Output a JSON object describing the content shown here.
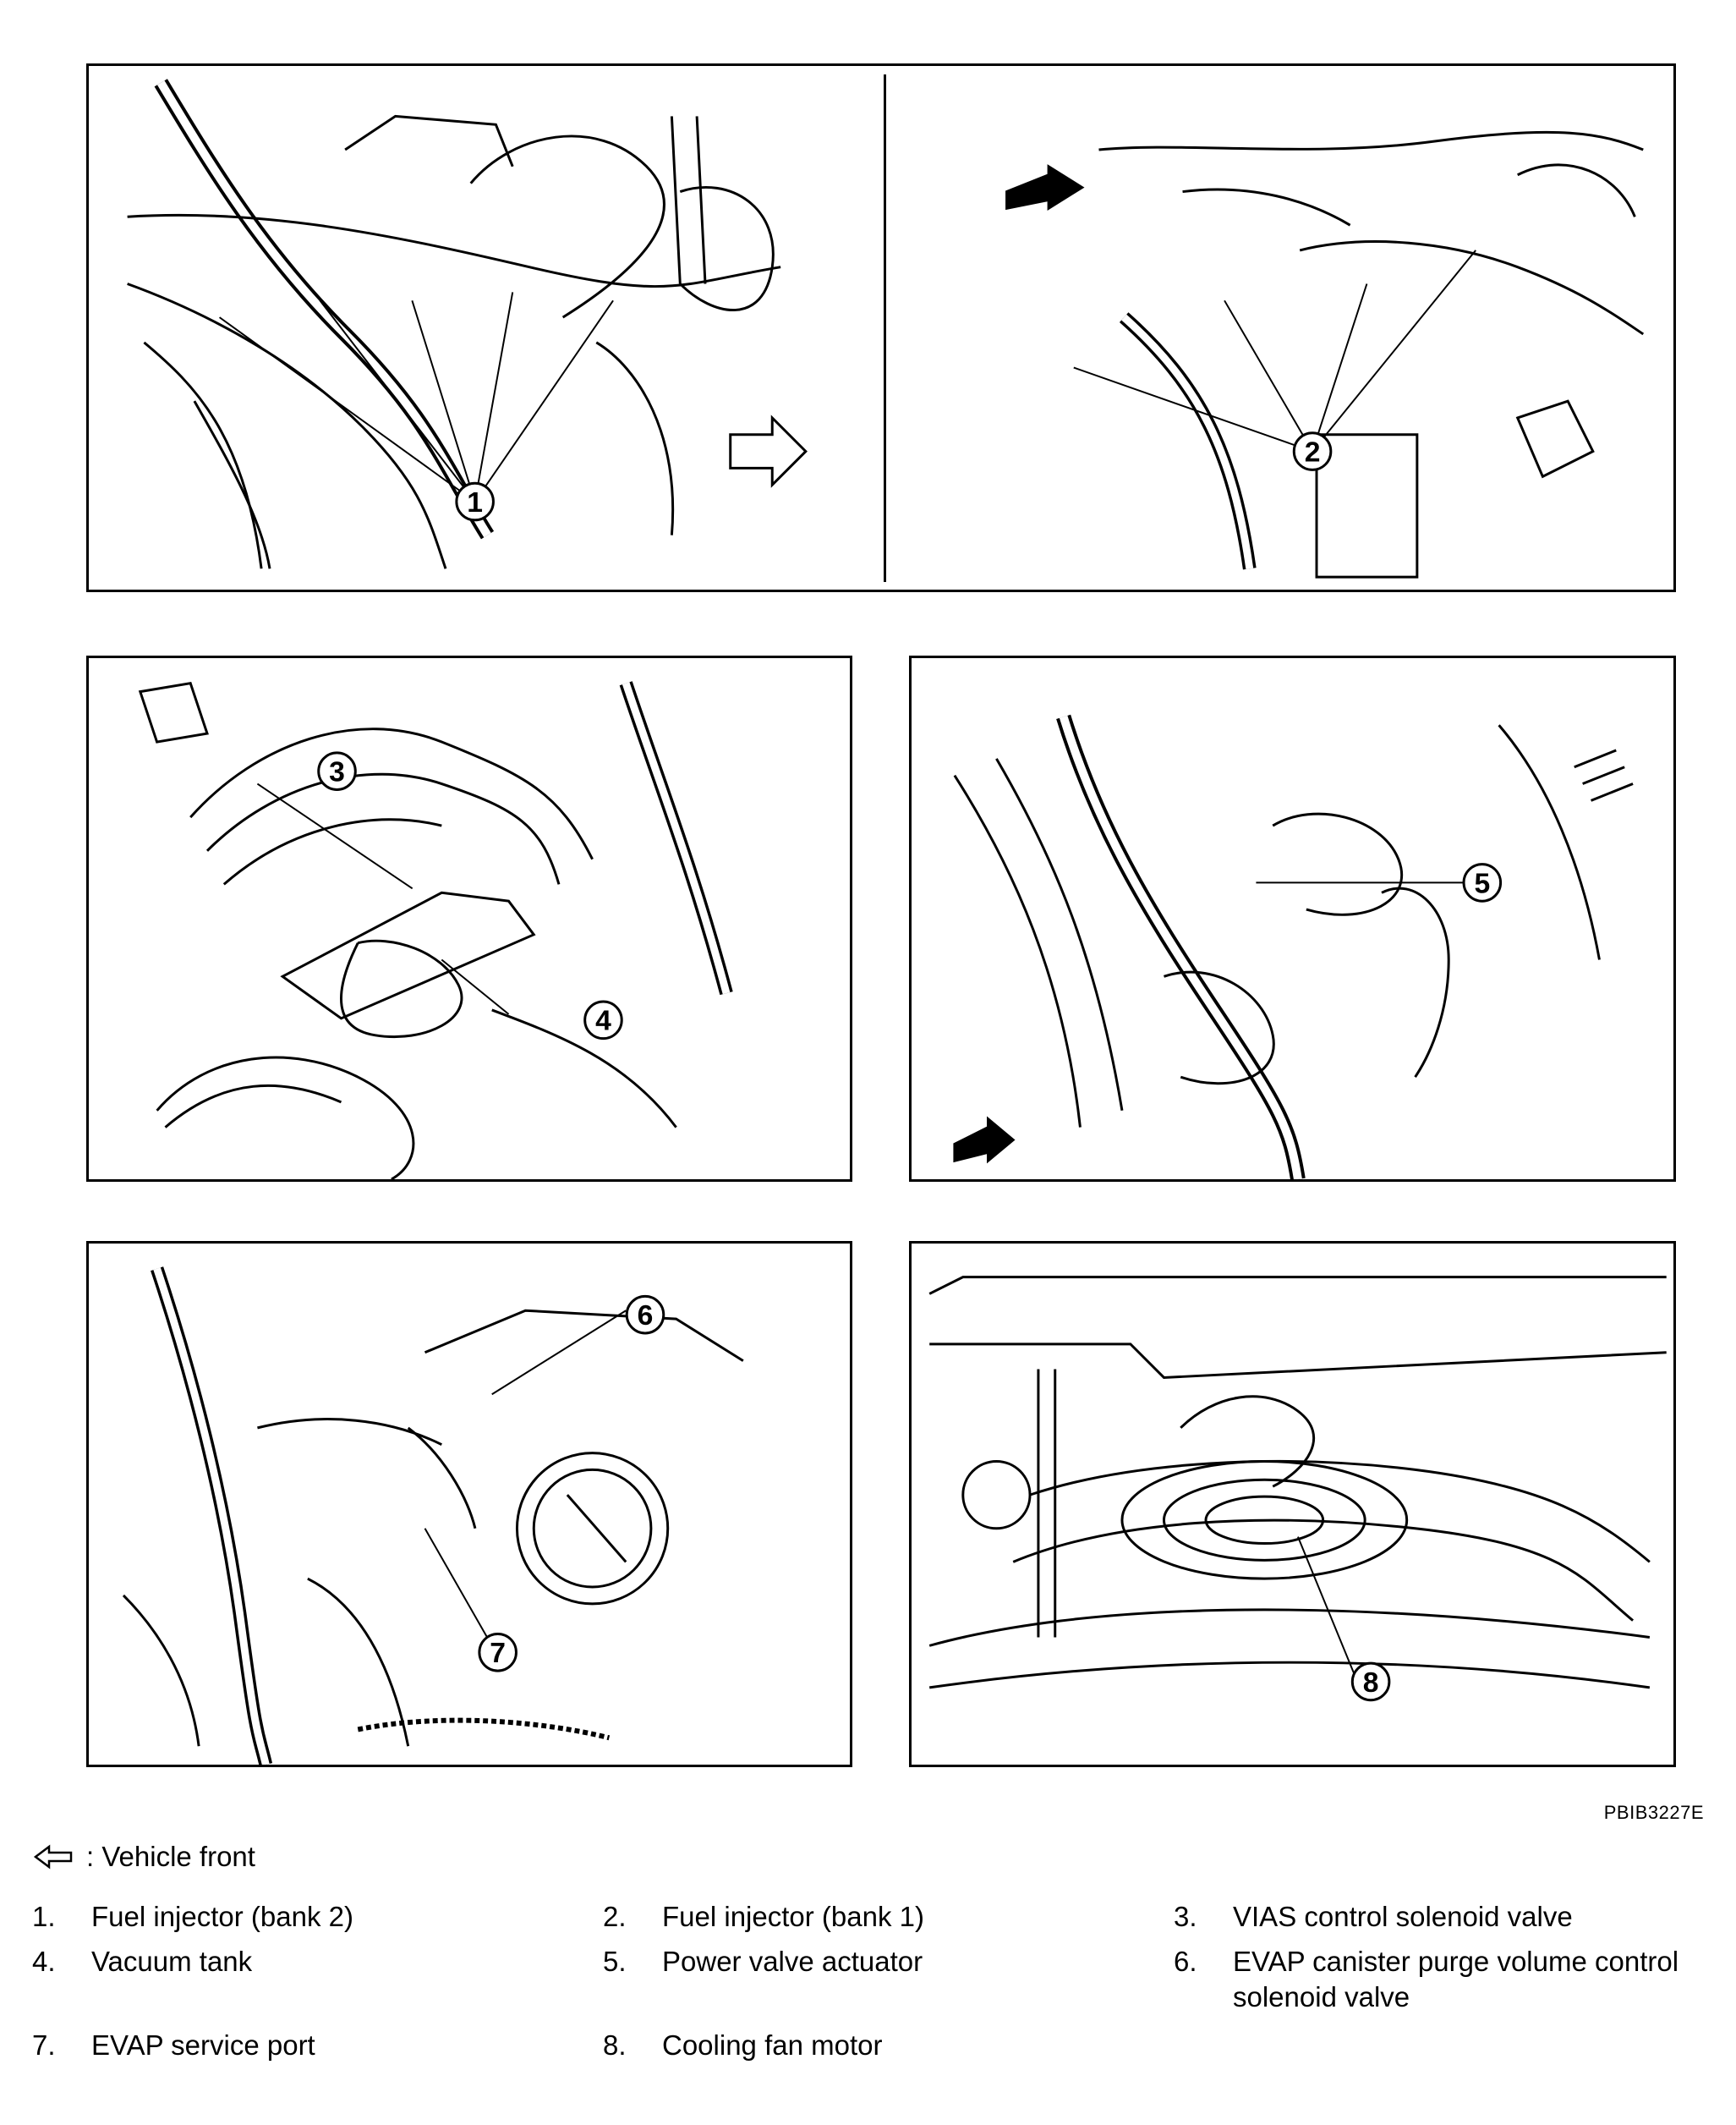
{
  "figure_id": "PBIB3227E",
  "vehicle_front": {
    "icon": "outline-arrow-left-icon",
    "label": ": Vehicle front"
  },
  "panels": [
    {
      "name": "panel-injectors",
      "callouts": [
        "1",
        "2"
      ]
    },
    {
      "name": "panel-vias",
      "callouts": [
        "3",
        "4"
      ]
    },
    {
      "name": "panel-power-valve",
      "callouts": [
        "5"
      ]
    },
    {
      "name": "panel-evap",
      "callouts": [
        "6",
        "7"
      ]
    },
    {
      "name": "panel-fan",
      "callouts": [
        "8"
      ]
    }
  ],
  "legend": [
    {
      "num": "1.",
      "text": "Fuel injector (bank 2)"
    },
    {
      "num": "2.",
      "text": "Fuel injector (bank 1)"
    },
    {
      "num": "3.",
      "text": "VIAS control solenoid valve"
    },
    {
      "num": "4.",
      "text": "Vacuum tank"
    },
    {
      "num": "5.",
      "text": "Power valve actuator"
    },
    {
      "num": "6.",
      "text": "EVAP canister purge volume control solenoid valve"
    },
    {
      "num": "7.",
      "text": "EVAP service port"
    },
    {
      "num": "8.",
      "text": "Cooling fan motor"
    }
  ],
  "colors": {
    "line": "#000000",
    "background": "#ffffff"
  }
}
